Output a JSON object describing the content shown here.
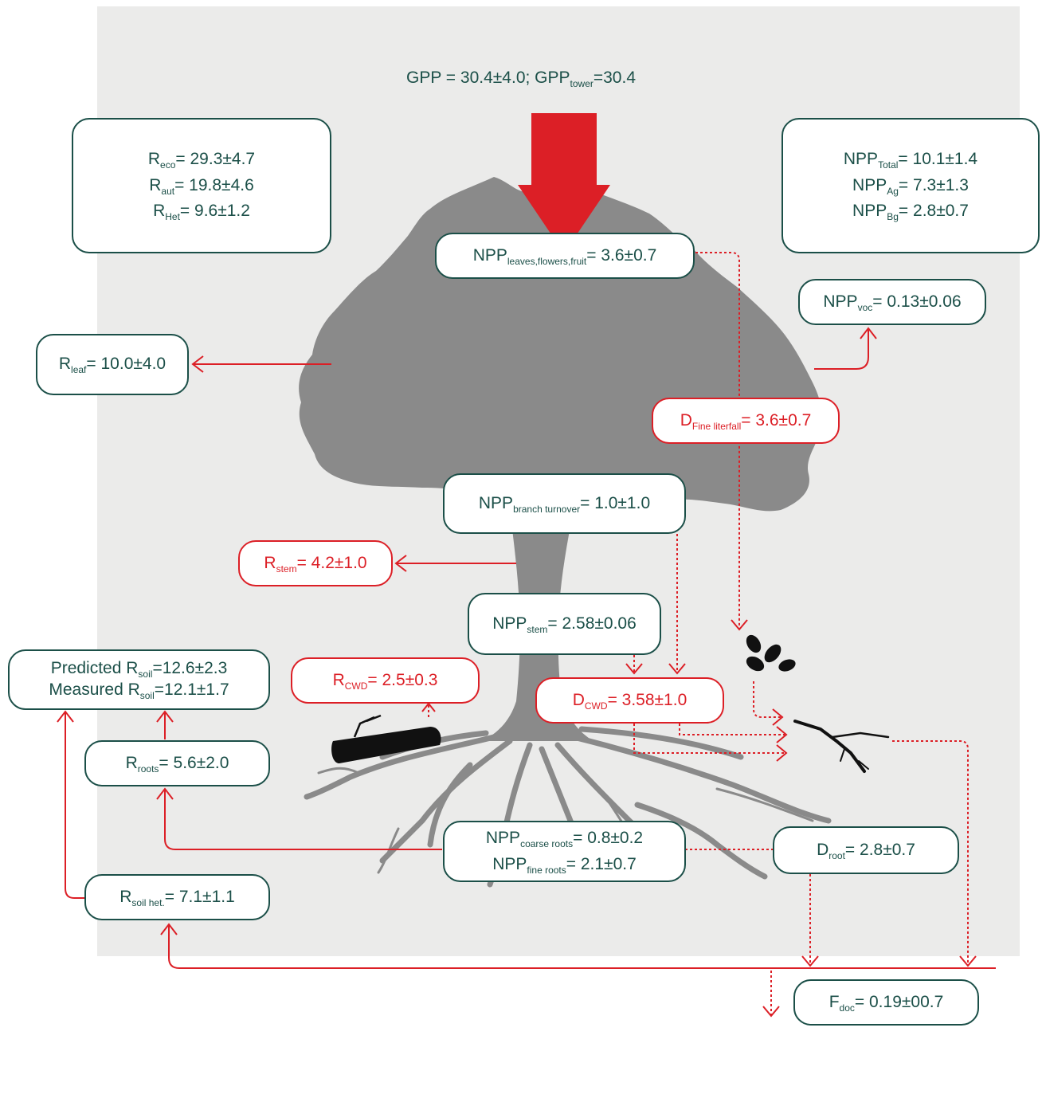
{
  "gpp": {
    "label": "GPP = 30.4±4.0; GPP",
    "sub": "tower",
    "tail": "=30.4"
  },
  "respiration_box": {
    "lines": [
      {
        "pre": "R",
        "sub": "eco",
        "val": "= 29.3±4.7"
      },
      {
        "pre": "R",
        "sub": "aut",
        "val": "= 19.8±4.6"
      },
      {
        "pre": "R",
        "sub": "Het",
        "val": "= 9.6±1.2"
      }
    ]
  },
  "npp_box": {
    "lines": [
      {
        "pre": "NPP",
        "sub": "Total",
        "val": "= 10.1±1.4"
      },
      {
        "pre": "NPP",
        "sub": "Ag",
        "val": "= 7.3±1.3"
      },
      {
        "pre": "NPP",
        "sub": "Bg",
        "val": "= 2.8±0.7"
      }
    ]
  },
  "npp_leaves": {
    "pre": "NPP",
    "sub": "leaves,flowers,fruit",
    "val": "= 3.6±0.7"
  },
  "npp_voc": {
    "pre": "NPP",
    "sub": "voc",
    "val": "= 0.13±0.06"
  },
  "r_leaf": {
    "pre": "R",
    "sub": "leaf",
    "val": "= 10.0±4.0"
  },
  "d_fine_litterfall": {
    "pre": "D",
    "sub": "Fine literfall",
    "val": "= 3.6±0.7"
  },
  "npp_branch": {
    "pre": "NPP",
    "sub": "branch turnover",
    "val": "= 1.0±1.0"
  },
  "r_stem": {
    "pre": "R",
    "sub": "stem",
    "val": "= 4.2±1.0"
  },
  "npp_stem": {
    "pre": "NPP",
    "sub": "stem",
    "val": "= 2.58±0.06"
  },
  "r_soil": {
    "l1": {
      "pre": "Predicted R",
      "sub": "soil",
      "val": "=12.6±2.3"
    },
    "l2": {
      "pre": "Measured R",
      "sub": "soil",
      "val": "=12.1±1.7"
    }
  },
  "r_cwd": {
    "pre": "R",
    "sub": "CWD",
    "val": "= 2.5±0.3"
  },
  "d_cwd": {
    "pre": "D",
    "sub": "CWD",
    "val": "= 3.58±1.0"
  },
  "r_roots": {
    "pre": "R",
    "sub": "roots",
    "val": "= 5.6±2.0"
  },
  "npp_roots": {
    "l1": {
      "pre": "NPP",
      "sub": "coarse roots",
      "val": "= 0.8±0.2"
    },
    "l2": {
      "pre": "NPP",
      "sub": "fine roots",
      "val": "= 2.1±0.7"
    }
  },
  "d_root": {
    "pre": "D",
    "sub": "root",
    "val": "= 2.8±0.7"
  },
  "r_soil_het": {
    "pre": "R",
    "sub": "soil het.",
    "val": "= 7.1±1.1"
  },
  "f_doc": {
    "pre": "F",
    "sub": "doc",
    "val": "= 0.19±00.7"
  },
  "colors": {
    "teal": "#1b4f48",
    "red": "#dc1f26",
    "tree": "#8a8a8a",
    "panel": "#ebebea"
  },
  "icons": [
    "tree-silhouette",
    "red-gpp-arrow",
    "log-icon",
    "leaves-icon",
    "twig-icon"
  ]
}
